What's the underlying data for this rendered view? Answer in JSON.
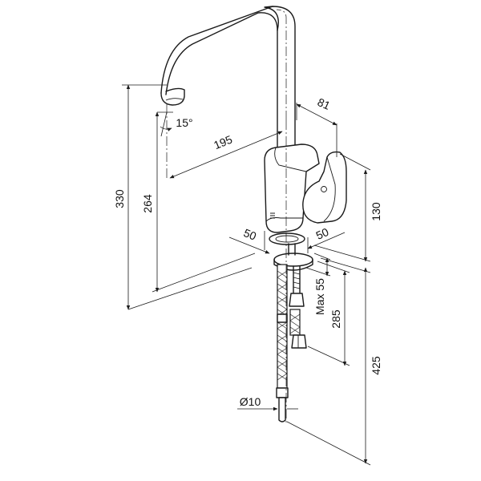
{
  "dimensions": {
    "d330": "330",
    "d264": "264",
    "d195": "195",
    "d81": "81",
    "d15deg": "15°",
    "d130": "130",
    "d50_left": "50",
    "d50_right": "50",
    "dmax55": "Max 55",
    "d285": "285",
    "d425": "425",
    "ddia10": "Ø10"
  }
}
